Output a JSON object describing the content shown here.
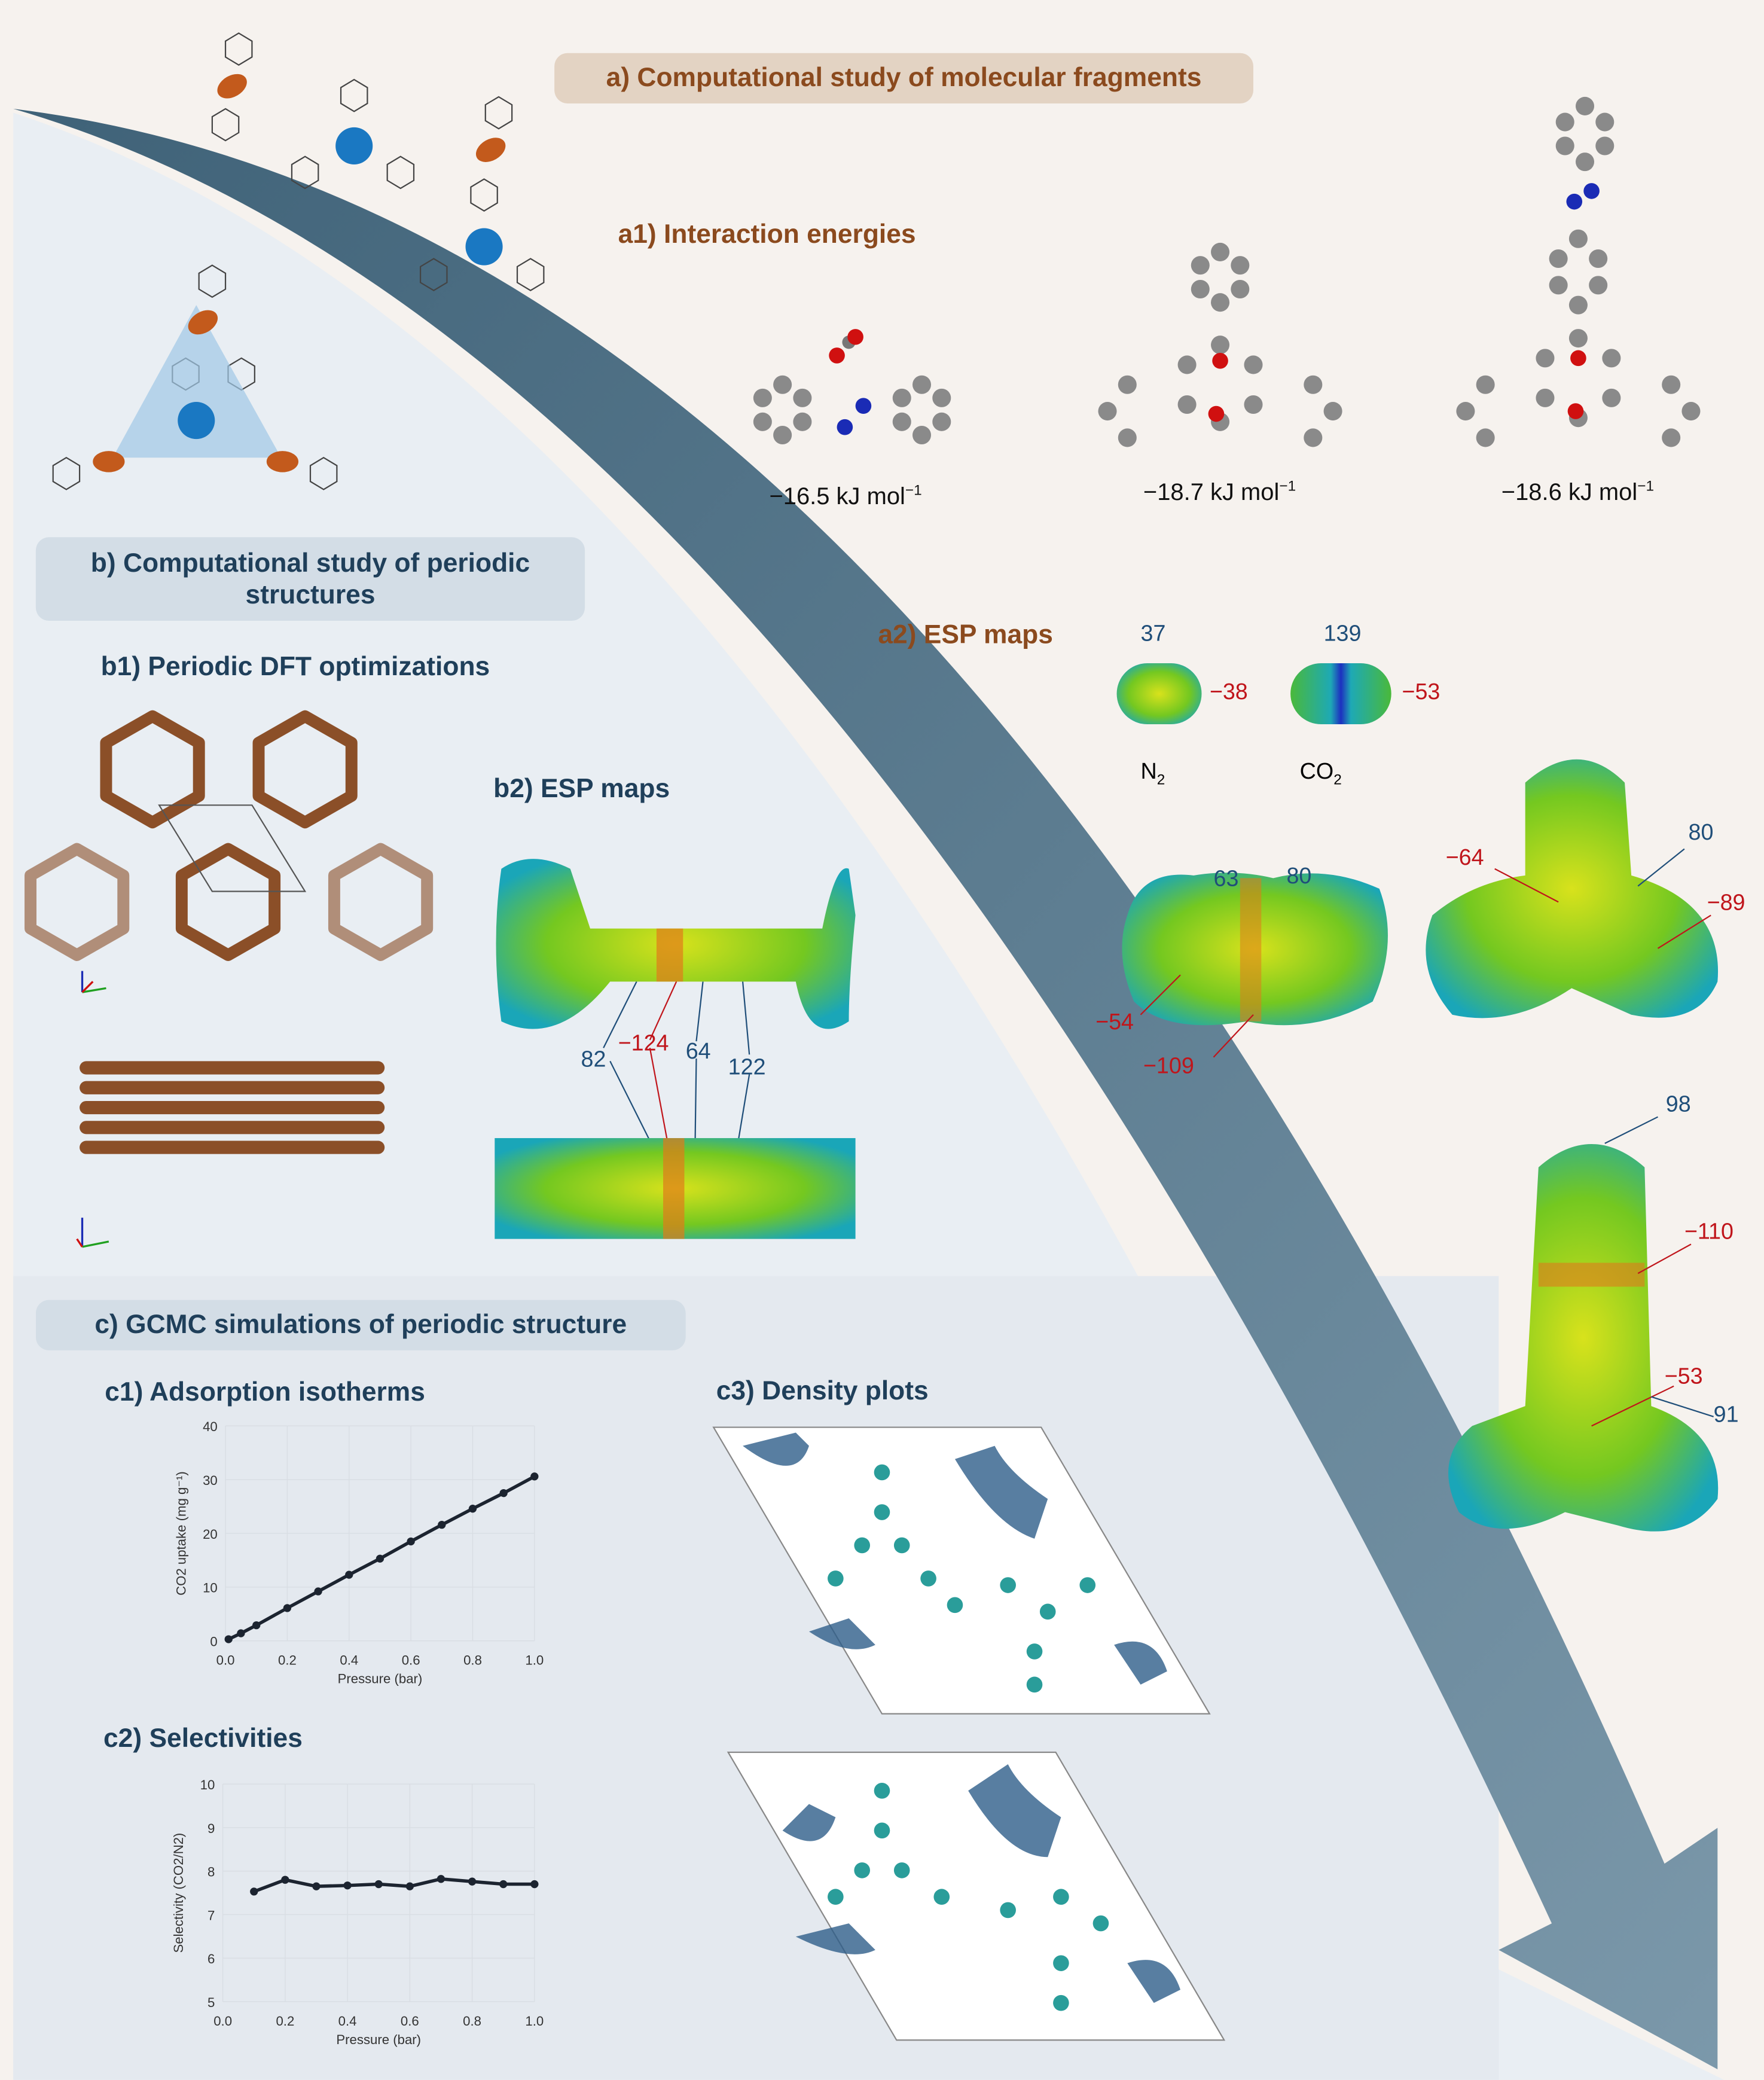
{
  "colors": {
    "brown_text": "#8b4a1e",
    "navy_text": "#1f3f5a",
    "arrow": "#5f7f93",
    "positive_label": "#1f4e79",
    "negative_label": "#c0151b",
    "nitrogen": "#1a2bb5",
    "oxygen": "#d01010",
    "carbon": "#8a8a8a",
    "linker": "#c35a1c",
    "node": "#1a78c2"
  },
  "section_a": {
    "title": "a) Computational study of molecular fragments",
    "a1": {
      "title": "a1) Interaction energies",
      "energies": [
        "−16.5 kJ mol",
        "−18.7 kJ mol",
        "−18.6 kJ mol"
      ],
      "unit_sup": "−1"
    },
    "a2": {
      "title": "a2) ESP maps",
      "n2": {
        "label": "N",
        "sub": "2",
        "pos": "37",
        "neg": "−38"
      },
      "co2": {
        "label": "CO",
        "sub": "2",
        "pos": "139",
        "neg": "−53"
      },
      "frag1": {
        "pos1": "63",
        "pos2": "80",
        "neg1": "−54",
        "neg2": "−109"
      },
      "frag2": {
        "pos": "80",
        "neg1": "−64",
        "neg2": "−89"
      },
      "frag3": {
        "pos1": "98",
        "neg1": "−110",
        "neg2": "−53",
        "pos2": "91"
      }
    }
  },
  "section_b": {
    "title": "b) Computational study of periodic structures",
    "b1": {
      "title": "b1) Periodic DFT optimizations"
    },
    "b2": {
      "title": "b2) ESP maps",
      "labels": {
        "l82": "82",
        "l124": "−124",
        "l64": "64",
        "l122": "122"
      }
    }
  },
  "section_c": {
    "title": "c) GCMC simulations of periodic structure",
    "c1": {
      "title": "c1) Adsorption isotherms"
    },
    "c2": {
      "title": "c2) Selectivities"
    },
    "c3": {
      "title": "c3) Density plots"
    }
  },
  "chart_data": [
    {
      "type": "line",
      "title": "c1) Adsorption isotherms",
      "xlabel": "Pressure (bar)",
      "ylabel": "CO2 uptake (mg g⁻¹)",
      "xlim": [
        0,
        1
      ],
      "ylim": [
        0,
        40
      ],
      "grid": true,
      "xticks": [
        "0.0",
        "0.2",
        "0.4",
        "0.6",
        "0.8",
        "1.0"
      ],
      "yticks": [
        "0",
        "10",
        "20",
        "30",
        "40"
      ],
      "x": [
        0.01,
        0.05,
        0.1,
        0.2,
        0.3,
        0.4,
        0.5,
        0.6,
        0.7,
        0.8,
        0.9,
        1.0
      ],
      "y": [
        0.3,
        1.4,
        2.9,
        6.1,
        9.2,
        12.3,
        15.3,
        18.5,
        21.6,
        24.6,
        27.5,
        30.6
      ]
    },
    {
      "type": "line",
      "title": "c2) Selectivities",
      "xlabel": "Pressure (bar)",
      "ylabel": "Selectivity (CO2/N2)",
      "xlim": [
        0,
        1
      ],
      "ylim": [
        5,
        10
      ],
      "grid": true,
      "xticks": [
        "0.0",
        "0.2",
        "0.4",
        "0.6",
        "0.8",
        "1.0"
      ],
      "yticks": [
        "5",
        "6",
        "7",
        "8",
        "9",
        "10"
      ],
      "x": [
        0.1,
        0.2,
        0.3,
        0.4,
        0.5,
        0.6,
        0.7,
        0.8,
        0.9,
        1.0
      ],
      "y": [
        7.53,
        7.8,
        7.65,
        7.67,
        7.7,
        7.65,
        7.82,
        7.76,
        7.7,
        7.7
      ]
    }
  ]
}
